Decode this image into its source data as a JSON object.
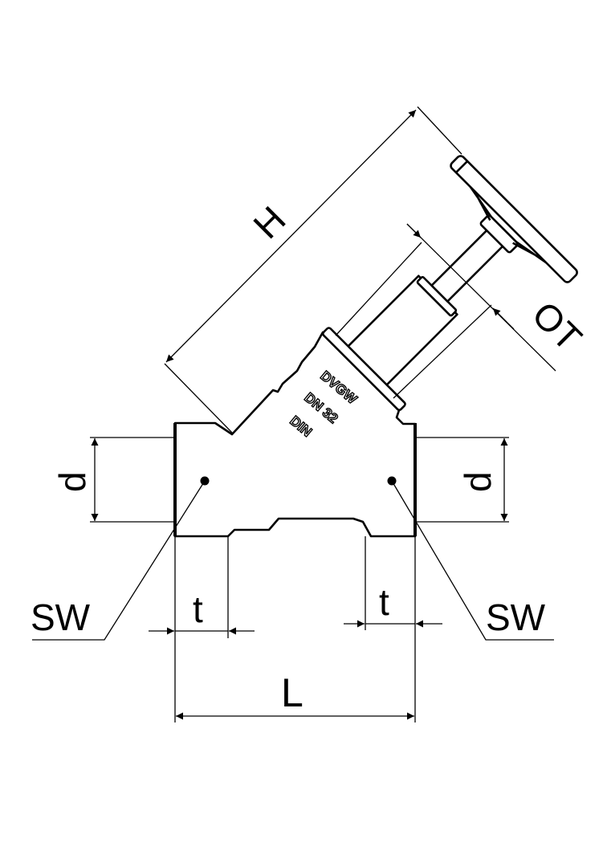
{
  "labels": {
    "H": "H",
    "OT": "OT",
    "d_left": "d",
    "d_right": "d",
    "sw_left": "SW",
    "sw_right": "SW",
    "t_left": "t",
    "t_right": "t",
    "L": "L"
  },
  "body_markings": [
    "DVGW",
    "DN 32",
    "DIN"
  ],
  "colors": {
    "line": "#000000",
    "background": "#ffffff"
  }
}
